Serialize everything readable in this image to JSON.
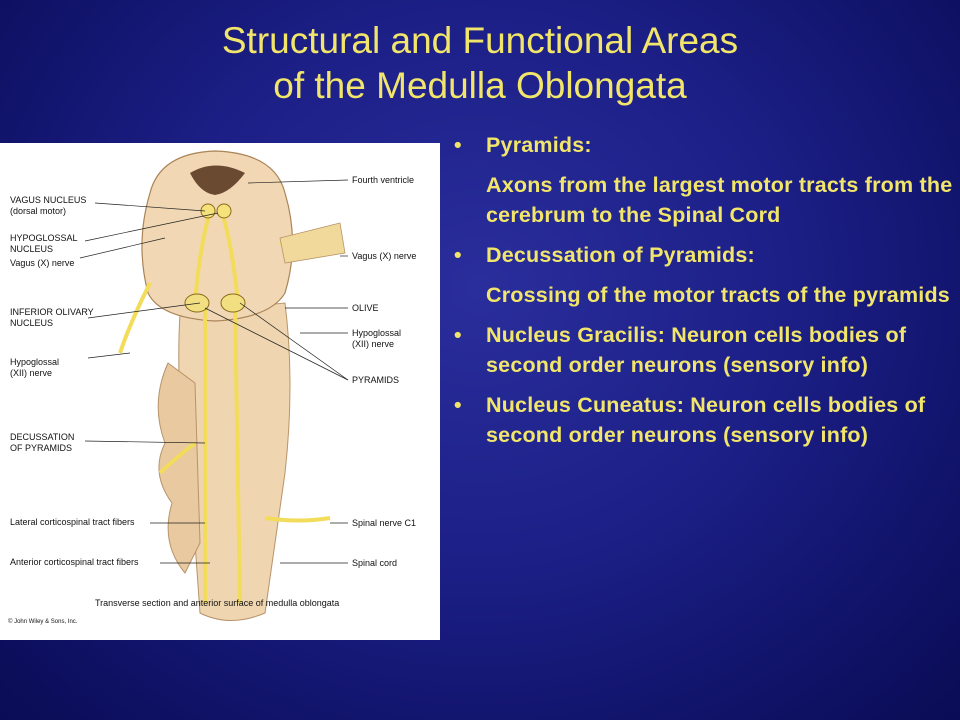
{
  "slide": {
    "title_line1": "Structural and Functional Areas",
    "title_line2": "of the Medulla Oblongata"
  },
  "figure": {
    "labels": {
      "vagus_nucleus": "VAGUS NUCLEUS",
      "vagus_nucleus_sub": "(dorsal motor)",
      "hypoglossal_nucleus": "HYPOGLOSSAL",
      "hypoglossal_nucleus_sub": "NUCLEUS",
      "vagus_nerve_left": "Vagus (X) nerve",
      "inferior_olivary": "INFERIOR OLIVARY",
      "inferior_olivary_sub": "NUCLEUS",
      "hypoglossal_left": "Hypoglossal",
      "hypoglossal_left_sub": "(XII) nerve",
      "decussation": "DECUSSATION",
      "decussation_sub": "OF PYRAMIDS",
      "lateral_tract": "Lateral corticospinal tract fibers",
      "anterior_tract": "Anterior corticospinal tract fibers",
      "fourth_ventricle": "Fourth ventricle",
      "vagus_nerve_right": "Vagus (X) nerve",
      "olive": "OLIVE",
      "hypoglossal_right": "Hypoglossal",
      "hypoglossal_right_sub": "(XII) nerve",
      "pyramids": "PYRAMIDS",
      "spinal_nerve": "Spinal nerve C1",
      "spinal_cord": "Spinal cord",
      "caption": "Transverse section and anterior surface of medulla oblongata",
      "copyright": "© John Wiley & Sons, Inc."
    }
  },
  "bullets": [
    {
      "heading": "Pyramids:",
      "body": "Axons from the largest motor tracts from the cerebrum to the Spinal Cord"
    },
    {
      "heading": "Decussation of Pyramids:",
      "body": "Crossing of the motor  tracts of the pyramids"
    },
    {
      "heading": "Nucleus Gracilis:  Neuron cells bodies of second order neurons (sensory info)",
      "body": ""
    },
    {
      "heading": "Nucleus Cuneatus: Neuron cells bodies of second order neurons (sensory info)",
      "body": ""
    }
  ],
  "colors": {
    "title": "#f2e66a",
    "background": "#1c1f86",
    "tissue": "#f0d9b4",
    "nerve": "#f3dc5a"
  }
}
